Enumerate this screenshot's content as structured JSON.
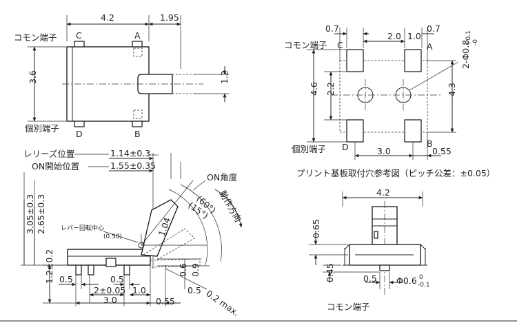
{
  "top_left": {
    "dim_width": "4.2",
    "dim_actuator": "1.95",
    "dim_height": "3.6",
    "dim_act_w": "1.2",
    "label_common": "コモン端子",
    "label_individual": "個別端子",
    "pin_c": "C",
    "pin_a": "A",
    "pin_d": "D",
    "pin_b": "B"
  },
  "top_right": {
    "dim_07a": "0.7",
    "dim_20": "2.0",
    "dim_10": "1.0",
    "dim_07b": "0.7",
    "label_common": "コモン端子",
    "label_individual": "個別端子",
    "pin_c": "C",
    "pin_a": "A",
    "pin_d": "D",
    "pin_b": "B",
    "hole_spec": "2-Φ0.8",
    "hole_tol": "+0.1",
    "hole_tol_low": "-0",
    "dim_46": "4.6",
    "dim_22": "2.2",
    "dim_43": "4.3",
    "dim_30": "3.0",
    "dim_055": "0.55",
    "caption": "プリント基板取付穴参考図（ピッチ公差：±0.05）"
  },
  "bottom_left": {
    "label_release": "レリーズ位置",
    "val_release": "1.14±0.3",
    "label_on_start": "ON開始位置",
    "val_on_start": "1.55±0.35",
    "label_on_angle": "ON角度",
    "label_travel": "動作方向",
    "angle_60": "(60°)",
    "angle_15": "(15°)",
    "dim_lever": "1.04",
    "label_pivot": "レバー回転中心",
    "pivot_val": "(0.58)",
    "dim_305": "3.05±0.3",
    "dim_265": "2.65±0.3",
    "dim_12": "1.2±0.2",
    "dim_05a": "0.5",
    "dim_05b": "0.5",
    "dim_2pm": "2±0.05",
    "dim_10": "1.0",
    "dim_30": "3.0",
    "dim_055": "0.55",
    "dim_06": "0.6",
    "dim_09": "0.9",
    "dim_05c": "0.5",
    "dim_02": "0.2 max."
  },
  "bottom_right": {
    "dim_42": "4.2",
    "dim_065": "0.65",
    "dim_045": "0.45",
    "dim_05": "0.5",
    "dim_phi": "Φ0.6",
    "dim_phi_up": "0",
    "dim_phi_low": "-0.1",
    "label_common": "コモン端子"
  }
}
